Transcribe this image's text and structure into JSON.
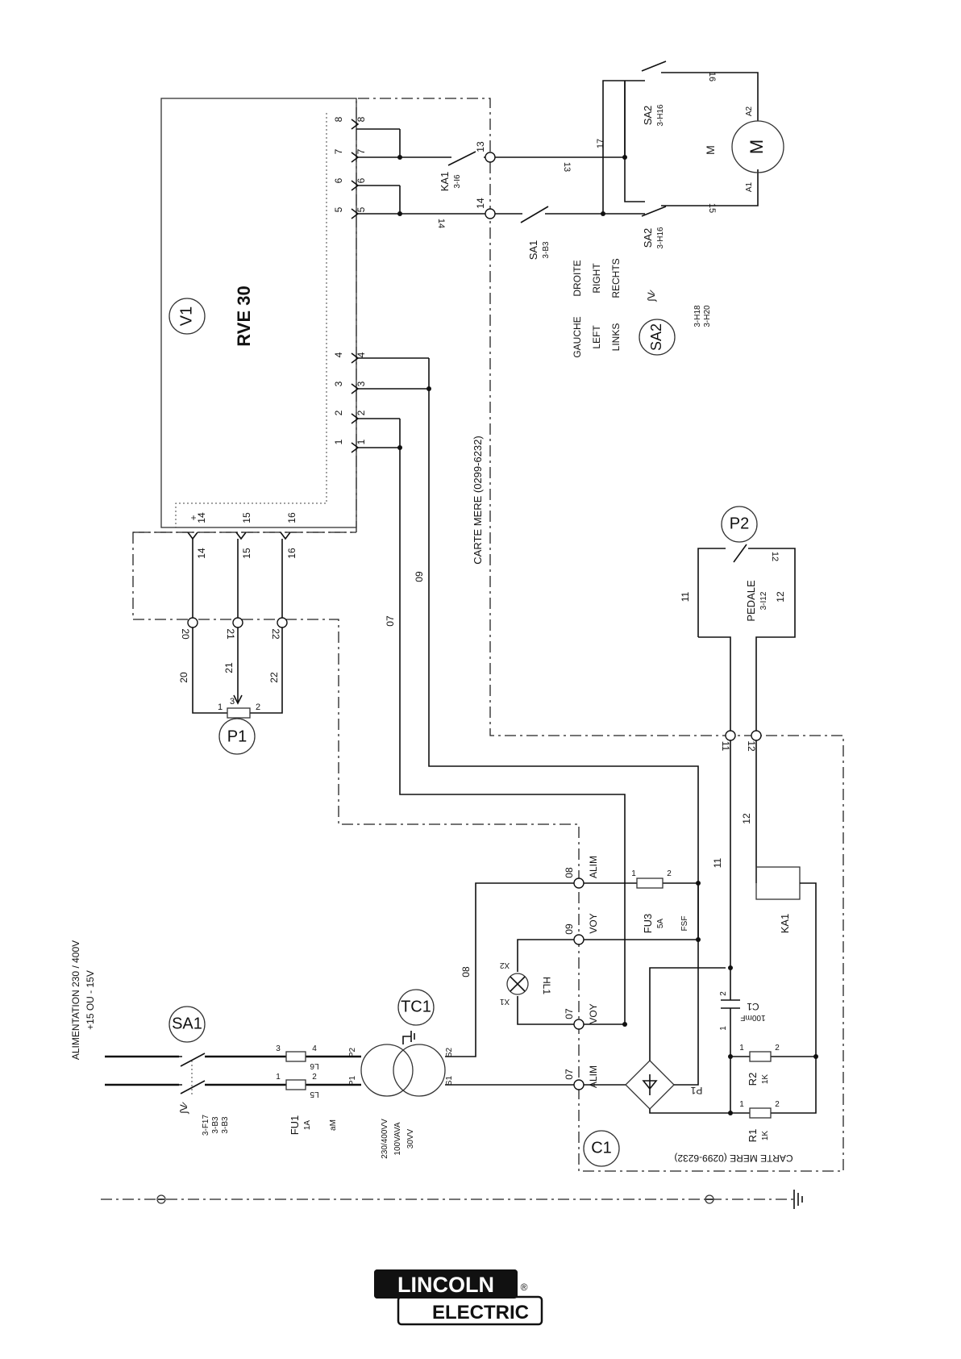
{
  "supply": {
    "label_line1": "ALIMENTATION 230 / 400V",
    "label_line2": "+15 OU - 15V"
  },
  "sa1": {
    "label": "SA1",
    "symbol": "∫V̷",
    "refs": [
      "3-F17",
      "3-B3",
      "3-B3"
    ]
  },
  "fu1": {
    "label": "FU1",
    "rating": "1A",
    "type": "aM",
    "pins": [
      "1",
      "2",
      "3",
      "4"
    ],
    "wires": [
      "L5",
      "L6"
    ]
  },
  "tc1": {
    "label": "TC1",
    "spec_line1": "230/400VV",
    "spec_line2": "100VAVA",
    "spec_line3": "30VV",
    "pins": [
      "P1",
      "P2",
      "S1",
      "S2"
    ]
  },
  "c1": {
    "label": "C1",
    "board": "CARTE MERE (0299-6232)"
  },
  "terminals": {
    "alim": "ALIM",
    "voy": "VOY",
    "t07": "07",
    "t08": "08",
    "t09": "09",
    "t07b": "07"
  },
  "wires": {
    "w08": "08",
    "w07": "07",
    "w09": "09",
    "w11": "11",
    "w12": "12",
    "w20": "20",
    "w21": "21",
    "w22": "22",
    "w13": "13",
    "w14": "14",
    "w15": "15",
    "w16": "16",
    "w17": "17"
  },
  "hl1": {
    "label": "HL1",
    "pins": [
      "X1",
      "X2"
    ]
  },
  "fu3": {
    "label": "FU3",
    "rating": "5A",
    "type": "FSF",
    "pins": [
      "1",
      "2"
    ]
  },
  "c1cap": {
    "label": "C1",
    "value": "100mF",
    "pins": [
      "1",
      "2"
    ]
  },
  "r1": {
    "label": "R1",
    "value": "1K",
    "pins": [
      "1",
      "2"
    ]
  },
  "r2": {
    "label": "R2",
    "value": "1K",
    "pins": [
      "1",
      "2"
    ]
  },
  "p1bridge": {
    "label": "P1"
  },
  "ka1": {
    "label": "KA1",
    "ref": "3-I6"
  },
  "p2": {
    "label": "P2",
    "pedal": "PEDALE",
    "ref": "3-I12",
    "wire_a": "11",
    "wire_b": "12",
    "wire_c": "12"
  },
  "p1": {
    "label": "P1",
    "pins": [
      "1",
      "3",
      "2"
    ],
    "terminals": [
      "20",
      "21",
      "22"
    ]
  },
  "v1": {
    "label": "V1",
    "model": "RVE 30",
    "pins": [
      "1",
      "2",
      "3",
      "4",
      "5",
      "6",
      "7",
      "8"
    ],
    "bottom_pins": [
      "14",
      "15",
      "16"
    ],
    "plus": "+"
  },
  "carte": {
    "label": "CARTE MERE (0299-6232)",
    "t11": "11",
    "t12": "12",
    "t13": "13",
    "t14": "14"
  },
  "sa1b": {
    "label": "SA1",
    "ref": "3-B3"
  },
  "sa2": {
    "label": "SA2",
    "ref": "3-H16",
    "refs_sel": [
      "3-H18",
      "3-H20"
    ],
    "symbol": "∫V̷"
  },
  "directions": {
    "left": [
      "GAUCHE",
      "LEFT",
      "LINKS"
    ],
    "right": [
      "DROITE",
      "RIGHT",
      "RECHTS"
    ]
  },
  "motor": {
    "label": "M",
    "pins": [
      "A1",
      "A2"
    ]
  },
  "brand": {
    "line1": "LINCOLN",
    "line2": "ELECTRIC",
    "mark": "®"
  }
}
